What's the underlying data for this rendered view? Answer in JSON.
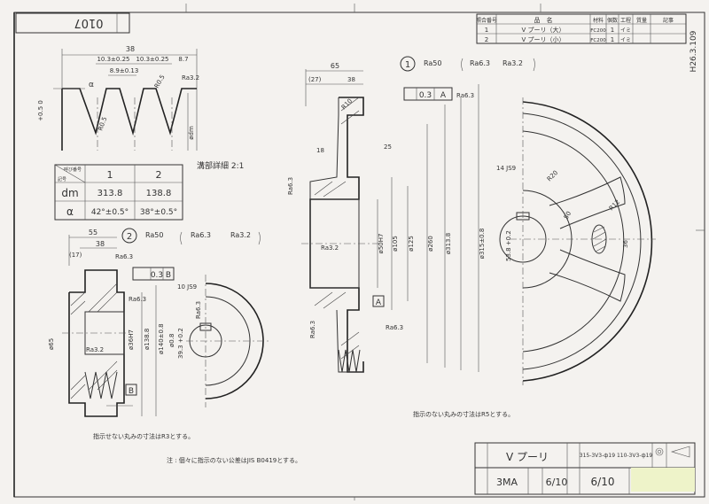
{
  "sheet": {
    "drawing_no": "0107",
    "side_label": "H26.3.109",
    "title": "V プーリ",
    "material_code": "3MA",
    "scale_value": "6/10",
    "scale_value2": "6/10",
    "part_ref": "315-3V3-ф19 110-3V3-ф19",
    "general_note_fillet": "指示せない丸みの寸法はR3とする。",
    "general_note_tol": "注 : 個々に指示のない公差はJIS B0419とする。",
    "big_note_fillet": "指示のない丸みの寸法はR5とする。"
  },
  "parts_list": {
    "headers": [
      "照合番号",
      "品　名",
      "材料",
      "個数",
      "工程",
      "質量",
      "記事"
    ],
    "rows": [
      [
        "1",
        "V プーリ（大）",
        "FC200",
        "1",
        "イミ",
        "",
        ""
      ],
      [
        "2",
        "V プーリ（小）",
        "FC200",
        "1",
        "イミ",
        "",
        ""
      ]
    ]
  },
  "groove_table": {
    "corner_top": "呼び番号",
    "corner_bottom": "記号",
    "col1": "1",
    "col2": "2",
    "row_dm": "dm",
    "row_alpha": "α",
    "dm1": "313.8",
    "dm2": "138.8",
    "a1": "42°±0.5°",
    "a2": "38°±0.5°"
  },
  "groove_detail": {
    "caption": "溝部詳細 2:1",
    "overall_width": "38",
    "pitch1": "10.3±0.25",
    "pitch2": "10.3±0.25",
    "edge": "8.7",
    "top_width": "8.9±0.13",
    "depth_tol": "+0.5 0",
    "r": "R0.5",
    "ra": "Ra3.2",
    "dm_label": "ødm",
    "alpha": "α"
  },
  "small_pulley": {
    "item": "2",
    "surface": "Ra50",
    "ra_paren1": "Ra6.3",
    "ra_paren2": "Ra3.2",
    "hub_len": "55",
    "groove_len": "38",
    "offset": "(17)",
    "runout": "0.3",
    "datum": "B",
    "ra_face": "Ra6.3",
    "ra_bore": "Ra3.2",
    "d_hub": "ø65",
    "d_bore": "ø36H7",
    "d_dm": "ø138.8",
    "d_od": "ø140±0.8",
    "d_small": "ø0.8",
    "key_width": "10 JS9",
    "key_depth": "39.3 +0.2",
    "ra_key": "Ra6.3"
  },
  "large_pulley": {
    "item": "1",
    "surface": "Ra50",
    "ra_paren1": "Ra6.3",
    "ra_paren2": "Ra3.2",
    "hub_len": "65",
    "offset": "(27)",
    "groove_len": "38",
    "runout": "0.3",
    "datum": "A",
    "ra_face": "Ra6.3",
    "ra_top": "Ra6.3",
    "ra_bore": "Ra3.2",
    "ra_left": "Ra6.3",
    "ra_bottom": "Ra6.3",
    "r25": "25",
    "r10": "R10",
    "r18": "18",
    "d_bore": "ø50H7",
    "d_105": "ø105",
    "d_125": "ø125",
    "d_260": "ø260",
    "d_dm": "ø313.8",
    "d_od": "ø315±0.8",
    "key_width": "14 JS9",
    "key_depth": "53.8 +0.2",
    "r20": "R20",
    "r12": "R12",
    "dim_50": "50",
    "dim_36": "36"
  }
}
